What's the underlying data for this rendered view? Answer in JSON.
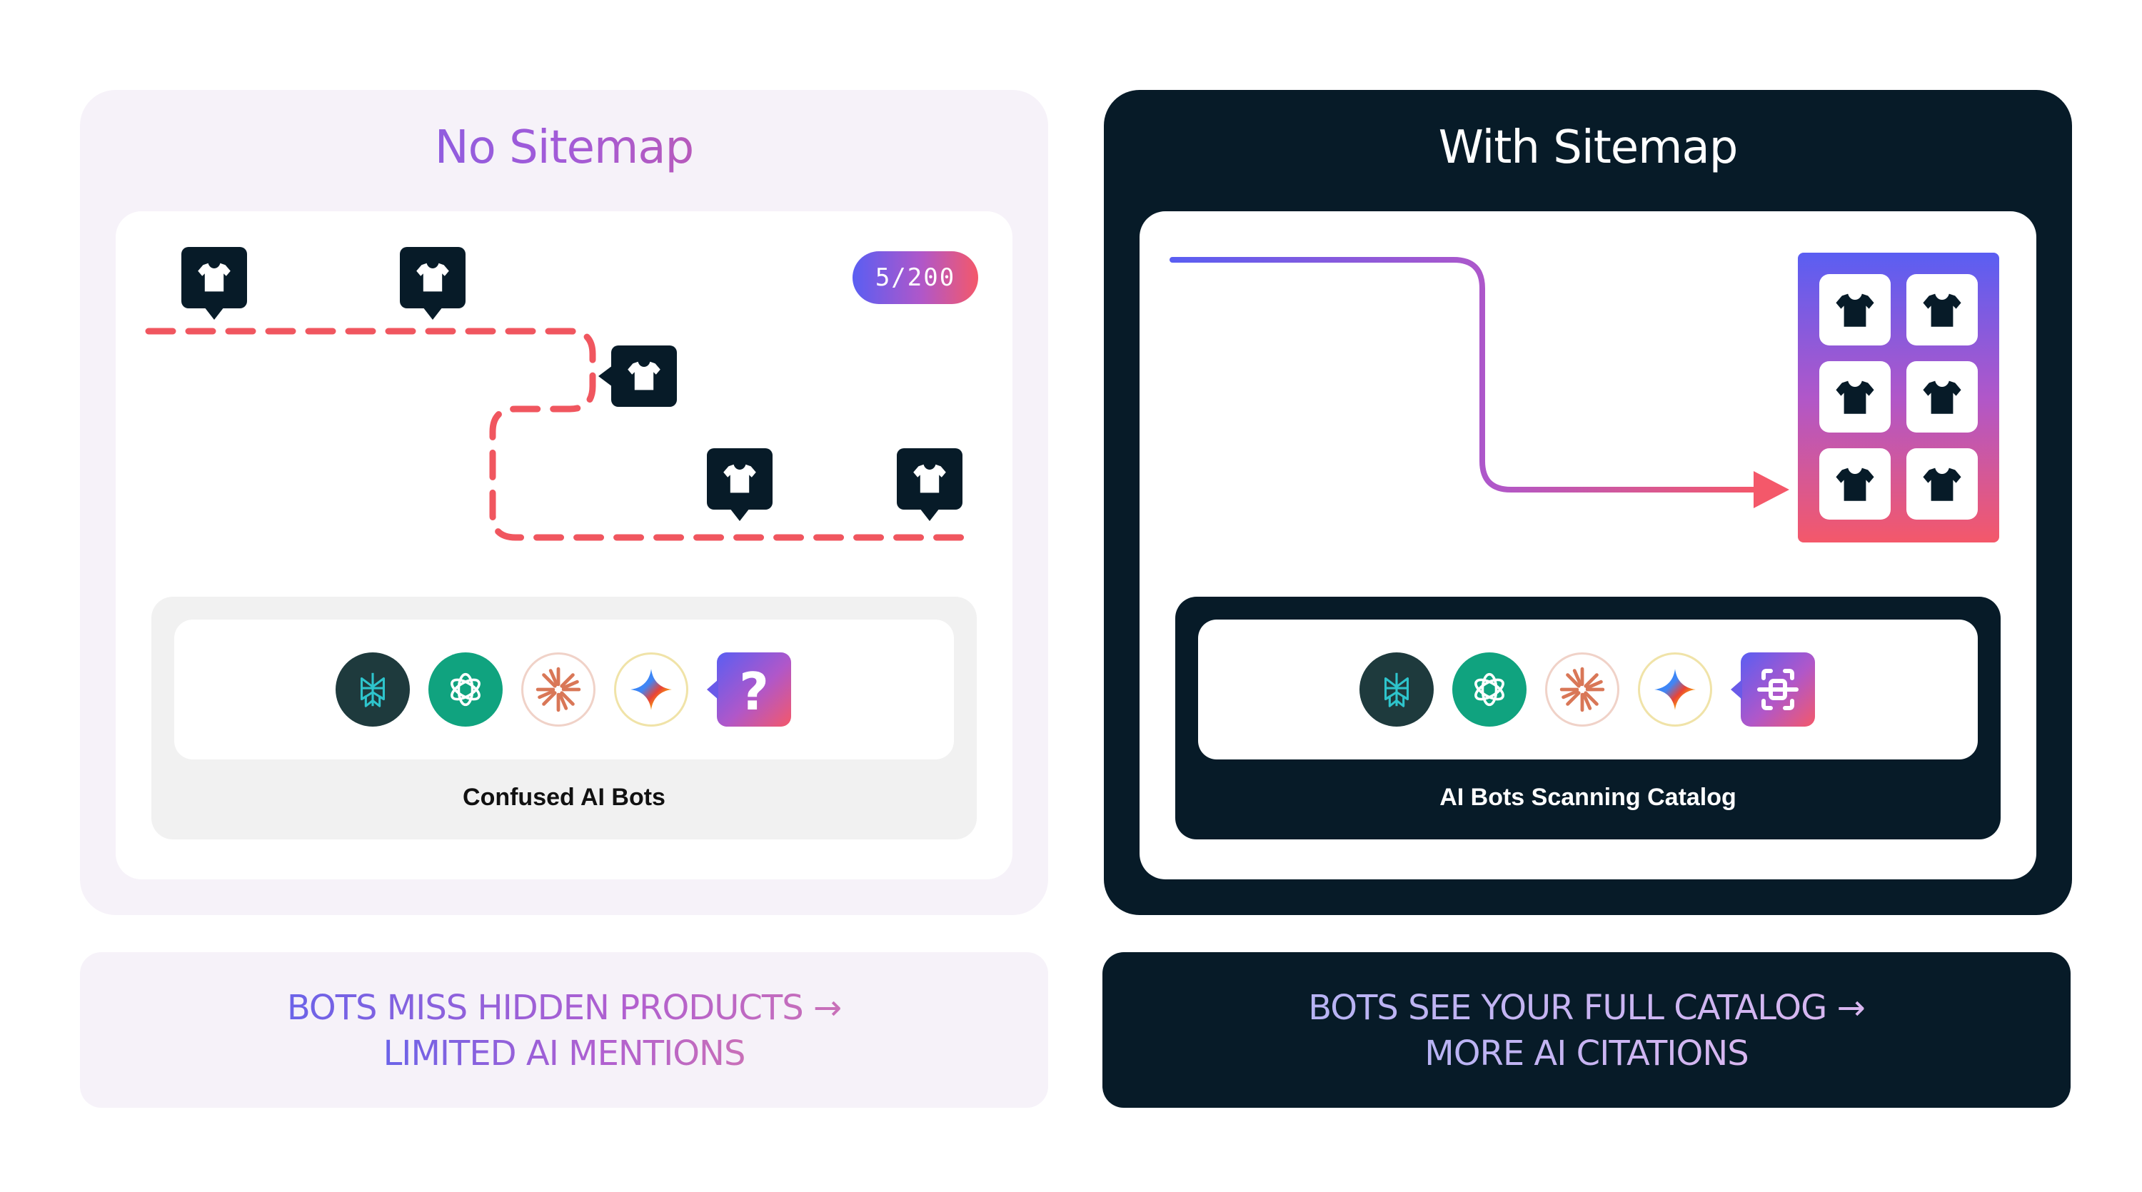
{
  "left": {
    "title": "No Sitemap",
    "counter": "5/200",
    "bots_label": "Confused AI Bots",
    "caption_line1": "BOTS MISS HIDDEN PRODUCTS →",
    "caption_line2": "LIMITED AI MENTIONS"
  },
  "right": {
    "title": "With Sitemap",
    "bots_label": "AI Bots Scanning Catalog",
    "caption_line1": "BOTS SEE YOUR FULL CATALOG →",
    "caption_line2": "MORE AI CITATIONS"
  },
  "bots": [
    "perplexity-icon",
    "chatgpt-icon",
    "claude-icon",
    "gemini-icon"
  ],
  "colors": {
    "dark_navy": "#071b28",
    "light_panel": "#f6f2f9",
    "path_red": "#f0565f",
    "grad_start": "#5a5ef2",
    "grad_mid": "#b057c9",
    "grad_end": "#f4586a",
    "chatgpt_green": "#10a37f",
    "claude_orange": "#d97757"
  }
}
